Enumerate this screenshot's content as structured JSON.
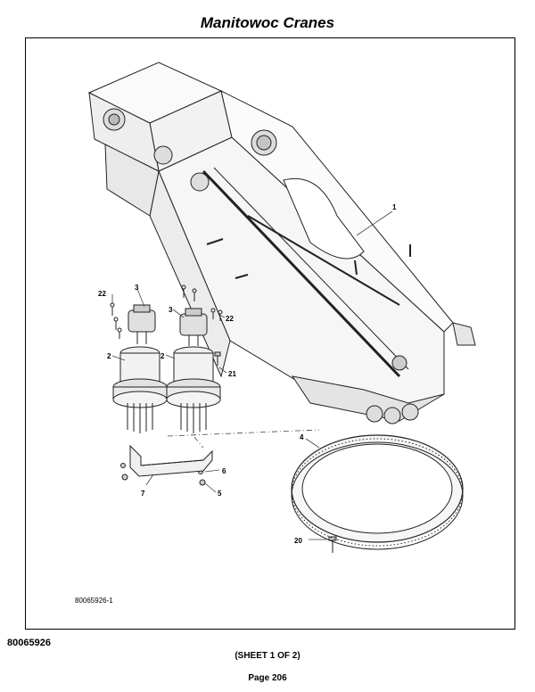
{
  "header": {
    "title": "Manitowoc Cranes"
  },
  "figure": {
    "callouts": [
      "1",
      "2",
      "2",
      "3",
      "3",
      "4",
      "5",
      "6",
      "7",
      "20",
      "21",
      "22",
      "22"
    ],
    "drawing_number": "80065926-1"
  },
  "footer": {
    "doc_number": "80065926",
    "sheet": "(SHEET 1 OF 2)",
    "page": "Page 206"
  }
}
